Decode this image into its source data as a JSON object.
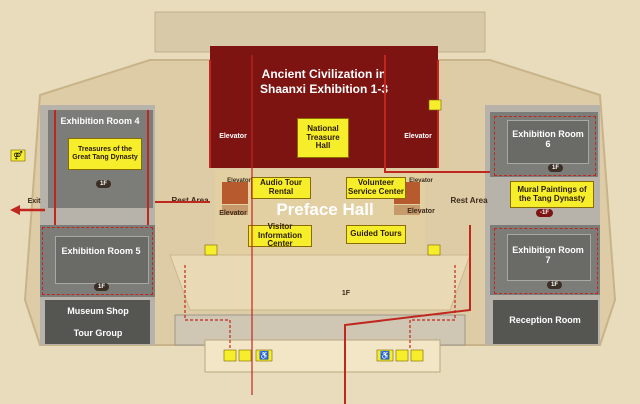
{
  "central": {
    "title_line1": "Ancient Civilization in",
    "title_line2": "Shaanxi Exhibition 1-3",
    "treasure_hall": "National Treasure Hall",
    "elevator_left": "Elevator",
    "elevator_right": "Elevator"
  },
  "preface": {
    "title": "Preface Hall",
    "audio": "Audio Tour Rental",
    "volunteer": "Volunteer Service Center",
    "visitor": "Visitor Information Center",
    "guided": "Guided Tours",
    "elevators": [
      "Elevator",
      "Elevator",
      "Elevator",
      "Elevator"
    ],
    "rest_left": "Rest Area",
    "rest_right": "Rest Area",
    "floor_mark": "1F"
  },
  "left_wing": {
    "room4": "Exhibition Room 4",
    "treasures": "Treasures of the Great Tang Dynasty",
    "room4_floor": "1F",
    "room5": "Exhibition Room 5",
    "room5_floor": "1F",
    "museum_shop": "Museum Shop",
    "tour_group": "Tour Group",
    "exit": "Exit"
  },
  "right_wing": {
    "room6": "Exhibition Room 6",
    "room6_floor": "1F",
    "mural": "Mural Paintings of the Tang Dynasty",
    "mural_floor": "-1F",
    "room7": "Exhibition Room 7",
    "room7_floor": "1F",
    "reception": "Reception Room"
  },
  "colors": {
    "central_hall": "#7d1412",
    "route": "#c0281f",
    "exhibit_room": "#7c7c78",
    "highlight_box": "#f6ee2a",
    "floor_bg": "#e9dcbd"
  }
}
